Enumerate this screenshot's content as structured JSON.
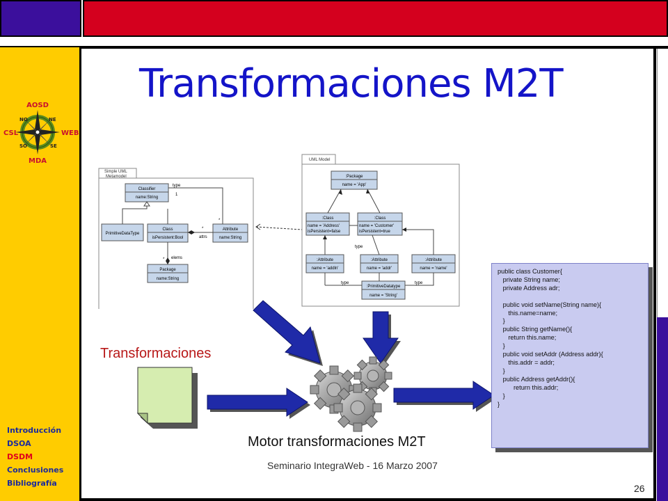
{
  "sidebar": {
    "logo": {
      "top": "AOSD",
      "left": "CSL",
      "right": "WEB",
      "bottom": "MDA",
      "ne": "NE",
      "no": "NO",
      "se": "SE",
      "so": "SO"
    },
    "nav": [
      {
        "label": "Introducción",
        "active": false
      },
      {
        "label": "DSOA",
        "active": false
      },
      {
        "label": "DSDM",
        "active": true
      },
      {
        "label": "Conclusiones",
        "active": false
      },
      {
        "label": "Bibliografía",
        "active": false
      }
    ]
  },
  "colors": {
    "top_band_red": "#d4001e",
    "top_square_blue": "#3b0f9c",
    "sidebar_yellow": "#ffcc00",
    "title_blue": "#1414c8",
    "active_nav_red": "#e0001b",
    "arrow_blue": "#1f2aa8",
    "code_box": "#c9cbf0"
  },
  "slide": {
    "title": "Transformaciones M2T",
    "transformaciones_label": "Transformaciones",
    "motor_label": "Motor transformaciones M2T",
    "footer": "Seminario IntegraWeb - 16 Marzo 2007",
    "page_number": "26"
  },
  "metamodel": {
    "frame_title_1": "Simple UML",
    "frame_title_2": "Metamodel",
    "classifier": {
      "name": "Classifier",
      "attr": "name:String"
    },
    "class": {
      "name": "Class",
      "attr": "isPersistent:Bool"
    },
    "attribute": {
      "name": "Attribute",
      "attr": "name:String"
    },
    "primitive": {
      "name": "PrimitiveDataType"
    },
    "package": {
      "name": "Package",
      "attr": "name:String"
    },
    "labels": {
      "type": "type",
      "one": "1",
      "star": "*",
      "attrs": "attrs",
      "elems": "elems"
    }
  },
  "model": {
    "frame_title": "UML Model",
    "package": {
      "name": ":Package",
      "attr": "name = 'App'"
    },
    "class_a": {
      "name": ":Class",
      "attr1": "name = 'Address'",
      "attr2": "isPersistent=false"
    },
    "class_c": {
      "name": ":Class",
      "attr1": "name = 'Customer'",
      "attr2": "isPersistent=true"
    },
    "attr_1": {
      "name": ":Attribute",
      "attr": "name = 'addln'"
    },
    "attr_2": {
      "name": ":Attribute",
      "attr": "name = 'addr'"
    },
    "attr_3": {
      "name": ":Attribute",
      "attr": "name = 'name'"
    },
    "primitive": {
      "name": ":PrimitiveDatatype",
      "attr": "name = 'String'"
    },
    "labels": {
      "type": "type"
    }
  },
  "code": {
    "lines": [
      "public class Customer{",
      "   private String name;",
      "   private Address adr;",
      "",
      "   public void setName(String name){",
      "      this.name=name;",
      "   }",
      "   public String getName(){",
      "      return this.name;",
      "   }",
      "   public void setAddr (Address addr){",
      "      this.addr = addr;",
      "   }",
      "   public Address getAddr(){",
      "         return this.addr;",
      "   }",
      "}"
    ]
  }
}
